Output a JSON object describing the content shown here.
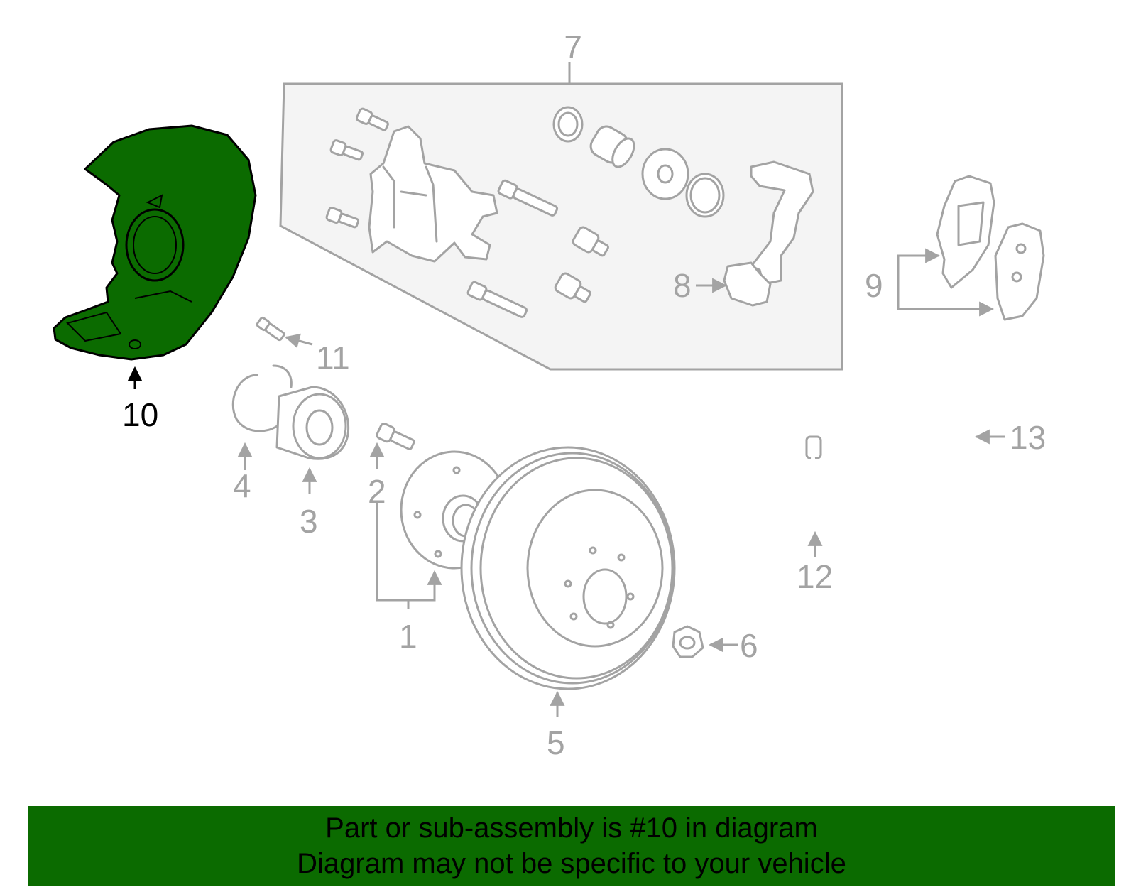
{
  "diagram": {
    "highlight_color": "#0b6b00",
    "part_color": "#a3a3a3",
    "highlighted_part": "10",
    "callouts": {
      "c1": "1",
      "c2": "2",
      "c3": "3",
      "c4": "4",
      "c5": "5",
      "c6": "6",
      "c7": "7",
      "c8": "8",
      "c9": "9",
      "c10": "10",
      "c11": "11",
      "c12": "12",
      "c13": "13"
    }
  },
  "banner": {
    "line1": "Part or sub-assembly is #10 in diagram",
    "line2": "Diagram may not be specific to your vehicle",
    "background": "#0b6b00"
  }
}
